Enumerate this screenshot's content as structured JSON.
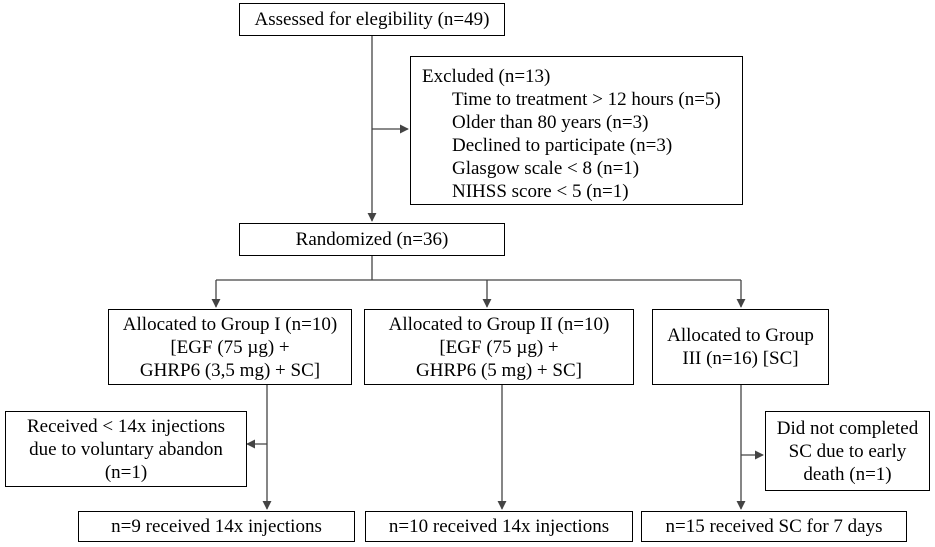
{
  "assessed": "Assessed for elegibility (n=49)",
  "excluded": {
    "title": "Excluded (n=13)",
    "items": [
      "Time to treatment > 12 hours (n=5)",
      "Older than  80 years (n=3)",
      "Declined to participate (n=3)",
      "Glasgow scale < 8 (n=1)",
      "NIHSS score < 5 (n=1)"
    ]
  },
  "randomized": "Randomized (n=36)",
  "groups": [
    {
      "lines": [
        "Allocated to Group I (n=10)",
        "[EGF (75 µg) +",
        "GHRP6 (3,5 mg) + SC]"
      ]
    },
    {
      "lines": [
        "Allocated to Group II (n=10)",
        "[EGF (75 µg) +",
        "GHRP6 (5 mg) + SC]"
      ]
    },
    {
      "lines": [
        "Allocated to Group",
        "III (n=16) [SC]"
      ]
    }
  ],
  "dropouts": [
    {
      "lines": [
        "Received < 14x injections",
        "due to voluntary abandon",
        "(n=1)"
      ]
    },
    {
      "lines": [
        "Did not completed",
        "SC due to early",
        "death (n=1)"
      ]
    }
  ],
  "outcomes": [
    "n=9 received  14x injections",
    "n=10 received  14x injections",
    "n=15 received  SC for 7 days"
  ]
}
